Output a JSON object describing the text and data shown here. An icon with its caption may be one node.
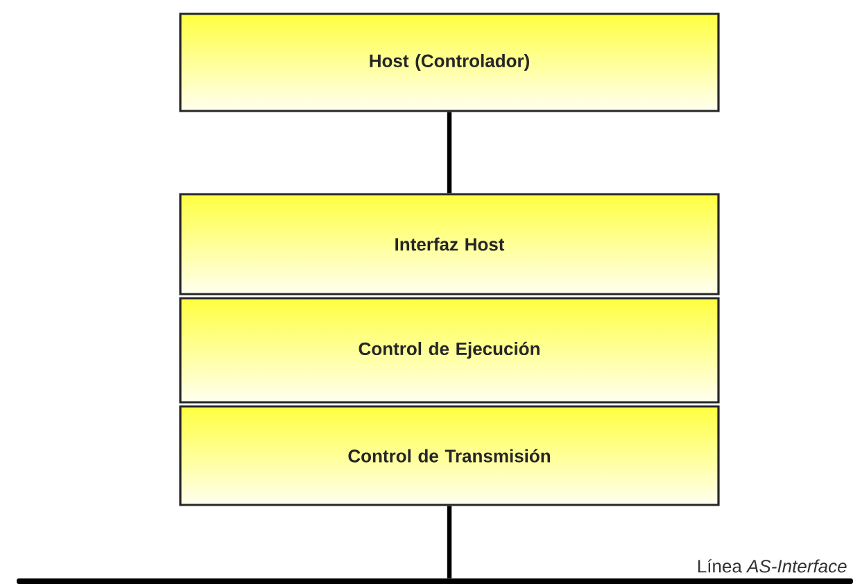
{
  "diagram": {
    "nodes": [
      {
        "text": [
          "Host (Controlador)"
        ]
      },
      {
        "text": [
          "Interfaz Host"
        ]
      },
      {
        "text": [
          "Control de Ejecución"
        ]
      },
      {
        "text": [
          "Control de Transmisión"
        ]
      },
      {
        "text": [],
        "shape": "bar"
      }
    ],
    "edges": [
      {
        "from": 0,
        "to": 1,
        "arrow": "none"
      },
      {
        "from": 3,
        "to": 4,
        "arrow": "none"
      }
    ],
    "labels": [
      "Línea *AS-Interface*"
    ]
  }
}
